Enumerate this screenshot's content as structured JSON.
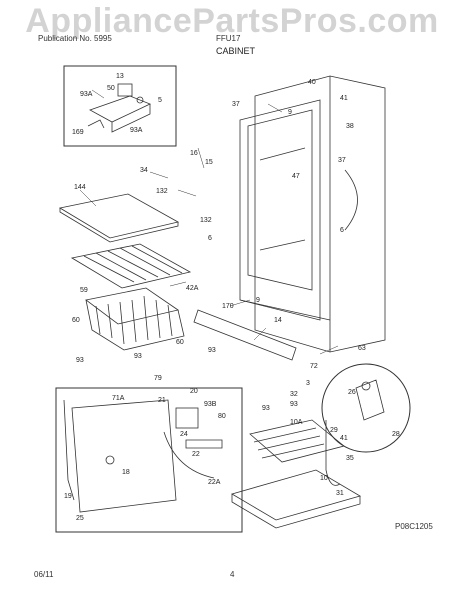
{
  "watermark": "AppliancePartsPros.com",
  "header": {
    "publication_text": "Publication No. 5995",
    "model_text": "FFU17",
    "section_title": "CABINET"
  },
  "footer": {
    "date": "06/11",
    "page_number": "4"
  },
  "diagram_code": "P08C1205",
  "callouts": [
    {
      "id": "c13",
      "label": "13"
    },
    {
      "id": "c50",
      "label": "50"
    },
    {
      "id": "c93a-top",
      "label": "93A"
    },
    {
      "id": "c5",
      "label": "5"
    },
    {
      "id": "c169",
      "label": "169"
    },
    {
      "id": "c93a-inset",
      "label": "93A"
    },
    {
      "id": "c40",
      "label": "40"
    },
    {
      "id": "c41-top",
      "label": "41"
    },
    {
      "id": "c37-a",
      "label": "37"
    },
    {
      "id": "c9-top",
      "label": "9"
    },
    {
      "id": "c38",
      "label": "38"
    },
    {
      "id": "c37-b",
      "label": "37"
    },
    {
      "id": "c16",
      "label": "16"
    },
    {
      "id": "c15",
      "label": "15"
    },
    {
      "id": "c34",
      "label": "34"
    },
    {
      "id": "c47",
      "label": "47"
    },
    {
      "id": "c144",
      "label": "144"
    },
    {
      "id": "c132-a",
      "label": "132"
    },
    {
      "id": "c132-b",
      "label": "132"
    },
    {
      "id": "c6-a",
      "label": "6"
    },
    {
      "id": "c6-b",
      "label": "6"
    },
    {
      "id": "c42a",
      "label": "42A"
    },
    {
      "id": "c59",
      "label": "59"
    },
    {
      "id": "c170",
      "label": "170"
    },
    {
      "id": "c9-mid",
      "label": "9"
    },
    {
      "id": "c14",
      "label": "14"
    },
    {
      "id": "c60-a",
      "label": "60"
    },
    {
      "id": "c60-b",
      "label": "60"
    },
    {
      "id": "c93-a",
      "label": "93"
    },
    {
      "id": "c93-b",
      "label": "93"
    },
    {
      "id": "c93-c",
      "label": "93"
    },
    {
      "id": "c63",
      "label": "63"
    },
    {
      "id": "c72",
      "label": "72"
    },
    {
      "id": "c79",
      "label": "79"
    },
    {
      "id": "c71a",
      "label": "71A"
    },
    {
      "id": "c20",
      "label": "20"
    },
    {
      "id": "c21",
      "label": "21"
    },
    {
      "id": "c93b",
      "label": "93B"
    },
    {
      "id": "c80",
      "label": "80"
    },
    {
      "id": "c24",
      "label": "24"
    },
    {
      "id": "c22",
      "label": "22"
    },
    {
      "id": "c22a",
      "label": "22A"
    },
    {
      "id": "c18",
      "label": "18"
    },
    {
      "id": "c19",
      "label": "19"
    },
    {
      "id": "c25",
      "label": "25"
    },
    {
      "id": "c3",
      "label": "3"
    },
    {
      "id": "c32",
      "label": "32"
    },
    {
      "id": "c93-d",
      "label": "93"
    },
    {
      "id": "c93-e",
      "label": "93"
    },
    {
      "id": "c10a",
      "label": "10A"
    },
    {
      "id": "c10",
      "label": "10"
    },
    {
      "id": "c31",
      "label": "31"
    },
    {
      "id": "c29",
      "label": "29"
    },
    {
      "id": "c41-mid",
      "label": "41"
    },
    {
      "id": "c35",
      "label": "35"
    },
    {
      "id": "c26",
      "label": "26"
    },
    {
      "id": "c28",
      "label": "28"
    }
  ]
}
